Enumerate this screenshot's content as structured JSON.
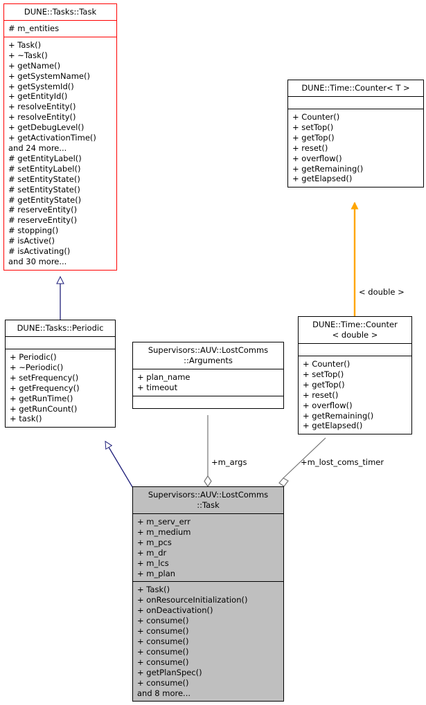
{
  "diagram": {
    "type": "uml-class-diagram",
    "colors": {
      "highlight_border": "#ff0000",
      "normal_border": "#000000",
      "filled_background": "#bfbfbf",
      "inheritance_edge": "#1f1f7a",
      "template_edge": "#ffa500",
      "association_edge": "#757575",
      "background": "#ffffff"
    },
    "nodes": [
      {
        "id": "dune-tasks-task",
        "title": "DUNE::Tasks::Task",
        "attributes": [
          "# m_entities"
        ],
        "operations": [
          "+ Task()",
          "+ ~Task()",
          "+ getName()",
          "+ getSystemName()",
          "+ getSystemId()",
          "+ getEntityId()",
          "+ resolveEntity()",
          "+ resolveEntity()",
          "+ getDebugLevel()",
          "+ getActivationTime()",
          "and 24 more...",
          "# getEntityLabel()",
          "# setEntityLabel()",
          "# setEntityState()",
          "# setEntityState()",
          "# getEntityState()",
          "# reserveEntity()",
          "# reserveEntity()",
          "# stopping()",
          "# isActive()",
          "# isActivating()",
          "and 30 more..."
        ]
      },
      {
        "id": "dune-time-counter-t",
        "title": "DUNE::Time::Counter< T >",
        "attributes": [],
        "operations": [
          "+ Counter()",
          "+ setTop()",
          "+ getTop()",
          "+ reset()",
          "+ overflow()",
          "+ getRemaining()",
          "+ getElapsed()"
        ]
      },
      {
        "id": "dune-tasks-periodic",
        "title": "DUNE::Tasks::Periodic",
        "attributes": [],
        "operations": [
          "+ Periodic()",
          "+ ~Periodic()",
          "+ setFrequency()",
          "+ getFrequency()",
          "+ getRunTime()",
          "+ getRunCount()",
          "+ task()"
        ]
      },
      {
        "id": "lostcomms-arguments",
        "title": "Supervisors::AUV::LostComms\n::Arguments",
        "attributes": [
          "+ plan_name",
          "+ timeout"
        ],
        "operations": []
      },
      {
        "id": "dune-time-counter-double",
        "title": "DUNE::Time::Counter\n< double >",
        "attributes": [],
        "operations": [
          "+ Counter()",
          "+ setTop()",
          "+ getTop()",
          "+ reset()",
          "+ overflow()",
          "+ getRemaining()",
          "+ getElapsed()"
        ]
      },
      {
        "id": "lostcomms-task",
        "title": "Supervisors::AUV::LostComms\n::Task",
        "attributes": [
          "+ m_serv_err",
          "+ m_medium",
          "+ m_pcs",
          "+ m_dr",
          "+ m_lcs",
          "+ m_plan"
        ],
        "operations": [
          "+ Task()",
          "+ onResourceInitialization()",
          "+ onDeactivation()",
          "+ consume()",
          "+ consume()",
          "+ consume()",
          "+ consume()",
          "+ consume()",
          "+ getPlanSpec()",
          "+ consume()",
          "and 8 more..."
        ]
      }
    ],
    "edge_labels": {
      "template_binding": "< double >",
      "args_association": "+m_args",
      "timer_association": "+m_lost_coms_timer"
    }
  }
}
